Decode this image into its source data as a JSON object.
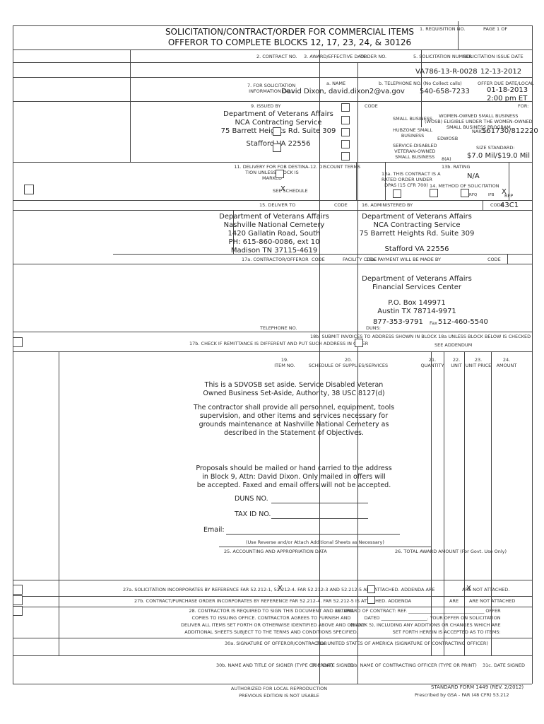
{
  "header": {
    "title_line1": "SOLICITATION/CONTRACT/ORDER FOR COMMERCIAL ITEMS",
    "title_line2": "OFFEROR TO COMPLETE BLOCKS 12, 17, 23, 24, & 30",
    "form_code": "126",
    "req_label": "1. REQUISITION NO.",
    "page_label": "PAGE 1 OF"
  },
  "row2": {
    "contract_no": "2. CONTRACT NO.",
    "award_date": "3. AWARD/EFFECTIVE DATE",
    "order_no": "ORDER NO.",
    "solicitation_no_label": "5. SOLICITATION NUMBER",
    "issue_date_label": "SOLICITATION ISSUE DATE",
    "solicitation_no": "VA786-13-R-0028",
    "issue_date": "12-13-2012"
  },
  "block7": {
    "label1": "7. FOR SOLICITATION",
    "label2": "INFORMATION CALL:",
    "name_label": "a. NAME",
    "name_value": "David Dixon, david.dixon2@va.gov",
    "phone_label": "b. TELEPHONE NO. (No Collect calls)",
    "phone_value": "540-658-7233",
    "due_label": "OFFER DUE DATE/LOCAL",
    "due_date": "01-18-2013",
    "due_time": "2:00 pm ET",
    "issued_by": "9. ISSUED BY",
    "code": "CODE",
    "for_label": "FOR:"
  },
  "issuer": {
    "line1": "Department of Veterans Affairs",
    "line2": "NCA Contracting Service",
    "line3": "75 Barrett Heights Rd. Suite 309",
    "line4": "Stafford VA 22556"
  },
  "setaside": {
    "small_business": "SMALL BUSINESS",
    "wosb1": "WOMEN-OWNED SMALL BUSINESS",
    "wosb2": "(WOSB) ELIGIBLE UNDER THE WOMEN-OWNED",
    "wosb3": "SMALL BUSINESS PROGRAM",
    "naics_label": "NAICS:",
    "naics_value": "561730/812220",
    "hubzone1": "HUBZONE SMALL",
    "hubzone2": "BUSINESS",
    "edwosb": "EDWOSB",
    "sdvosb1": "SERVICE-DISABLED",
    "sdvosb2": "VETERAN-OWNED",
    "sdvosb3": "SMALL BUSINESS",
    "eight_a": "8(A)",
    "size_label": "SIZE STANDARD:",
    "size_value": "$7.0 Mil/$19.0 Mil"
  },
  "row11": {
    "label1": "11. DELIVERY FOR FOB DESTINA-",
    "label2": "TION UNLESS BLOCK IS",
    "label3": "MARKED",
    "see_schedule": "SEE SCHEDULE",
    "mark": "X",
    "discount": "12. DISCOUNT TERMS",
    "rating": "13b. RATING",
    "rated1": "13a. THIS CONTRACT IS A",
    "rated2": "RATED ORDER UNDER",
    "rated3": "DPAS (15 CFR 700)",
    "rating_value": "N/A",
    "method": "14. METHOD OF SOLICITATION",
    "rfq": "RFQ",
    "ifb": "IFB",
    "rfp": "RFP",
    "rfp_mark": "X"
  },
  "row15": {
    "deliver_to": "15. DELIVER TO",
    "code": "CODE",
    "administered_by": "16. ADMINISTERED BY",
    "code16": "CODE",
    "code16_value": "43C1"
  },
  "deliver_address": {
    "line1": "Department of Veterans Affairs",
    "line2": "Nashville National Cemetery",
    "line3": "1420 Gallatin Road, South",
    "line4": "PH: 615-860-0086, ext 10",
    "line5": "Madison TN 37115-4619"
  },
  "admin_address": {
    "line1": "Department of Veterans Affairs",
    "line2": "NCA Contracting Service",
    "line3": "75 Barrett Heights Rd. Suite 309",
    "line4": "Stafford VA 22556"
  },
  "row17": {
    "contractor": "17a. CONTRACTOR/OFFEROR",
    "code": "CODE",
    "facility_code": "FACILITY CODE",
    "payment": "18a. PAYMENT WILL BE MADE BY",
    "code18": "CODE"
  },
  "payment_address": {
    "line1": "Department of Veterans Affairs",
    "line2": "Financial Services Center",
    "line3": "P.O. Box 149971",
    "line4": "Austin TX 78714-9971",
    "phone": "877-353-9791",
    "fax_label": "Fax",
    "fax": "512-460-5540"
  },
  "row17b": {
    "telephone": "TELEPHONE NO.",
    "duns": "DUNS:",
    "submit": "18b. SUBMIT INVOICES TO ADDRESS SHOWN IN BLOCK 18a UNLESS BLOCK BELOW IS CHECKED",
    "remit": "17b. CHECK IF REMITTANCE IS DIFFERENT AND PUT SUCH ADDRESS IN OFFER",
    "see_addendum": "SEE ADDENDUM"
  },
  "columns": {
    "c19a": "19.",
    "c19b": "ITEM NO.",
    "c20a": "20.",
    "c20b": "SCHEDULE OF SUPPLIES/SERVICES",
    "c21a": "21.",
    "c21b": "QUANTITY",
    "c22a": "22.",
    "c22b": "UNIT",
    "c23a": "23.",
    "c23b": "UNIT PRICE",
    "c24a": "24.",
    "c24b": "AMOUNT"
  },
  "schedule": {
    "p1_l1": "This is a SDVOSB set aside. Service Disabled Veteran",
    "p1_l2": "Owned Business Set-Aside, Authority, 38 USC 8127(d)",
    "p2_l1": "The contractor shall provide all personnel, equipment, tools",
    "p2_l2": "supervision, and other items and services necessary for",
    "p2_l3": "grounds maintenance at Nashville National Cemetery as",
    "p2_l4": "described in the Statement of Objectives.",
    "p3_l1": "Proposals should be mailed or hand carried to the address",
    "p3_l2": "in Block 9, Attn: David Dixon. Only mailed in offers will",
    "p3_l3": "be accepted. Faxed and email offers will not  be accepted.",
    "duns": "DUNS NO.",
    "tax": "TAX ID NO.",
    "email": "Email:",
    "reverse": "(Use Reverse and/or Attach Additional Sheets as Necessary)"
  },
  "row25": {
    "accounting": "25. ACCOUNTING AND APPROPRIATION DATA",
    "total": "26. TOTAL AWARD AMOUNT (For Govt. Use Only)"
  },
  "row27": {
    "a": "27a. SOLICITATION INCORPORATES BY REFERENCE FAR 52.212-1, 52.212-4. FAR 52.212-3 AND 52.212-5 ARE ATTACHED.   ADDENDA   ARE",
    "a_mark": "X",
    "a_are_not": "ARE NOT ATTACHED.",
    "a_mark2": "X",
    "b": "27b. CONTRACT/PURCHASE ORDER INCORPORATES BY REFERENCE FAR 52.212-4. FAR 52.212-5 IS ATTACHED.   ADDENDA",
    "b_are": "ARE",
    "b_are_not": "ARE NOT ATTACHED"
  },
  "row28": {
    "l1": "28. CONTRACTOR IS REQUIRED TO SIGN THIS DOCUMENT AND RETURN",
    "l2": "COPIES TO ISSUING OFFICE.  CONTRACTOR AGREES TO FURNISH AND",
    "l3": "DELIVER ALL ITEMS SET FORTH OR OTHERWISE IDENTIFIED ABOVE AND ON ANY",
    "l4": "ADDITIONAL SHEETS SUBJECT TO THE TERMS AND CONDITIONS SPECIFIED.",
    "r1": "29. AWARD OF CONTRACT: REF. _________________________________ OFFER",
    "r2": "DATED ____________________. YOUR OFFER ON SOLICITATION",
    "r3": "(BLOCK 5), INCLUDING ANY ADDITIONS OR CHANGES WHICH ARE",
    "r4": "SET FORTH HEREIN IS ACCEPTED AS TO ITEMS:"
  },
  "row30": {
    "a": "30a. SIGNATURE OF OFFEROR/CONTRACTOR",
    "b31": "31a. UNITED STATES OF AMERICA (SIGNATURE OF CONTRACTING OFFICER)",
    "b": "30b. NAME AND TITLE OF SIGNER (TYPE OR PRINT)",
    "c": "30c. DATE SIGNED",
    "d": "31b. NAME OF CONTRACTING OFFICER (TYPE OR PRINT)",
    "e": "31c. DATE SIGNED"
  },
  "footer": {
    "l1": "AUTHORIZED FOR LOCAL REPRODUCTION",
    "l2": "PREVIOUS EDITION IS NOT USABLE",
    "sf": "STANDARD FORM 1449",
    "rev": "(REV. 2/2012)",
    "prescribed": "Prescribed by GSA - FAR (48 CFR) 53.212"
  }
}
